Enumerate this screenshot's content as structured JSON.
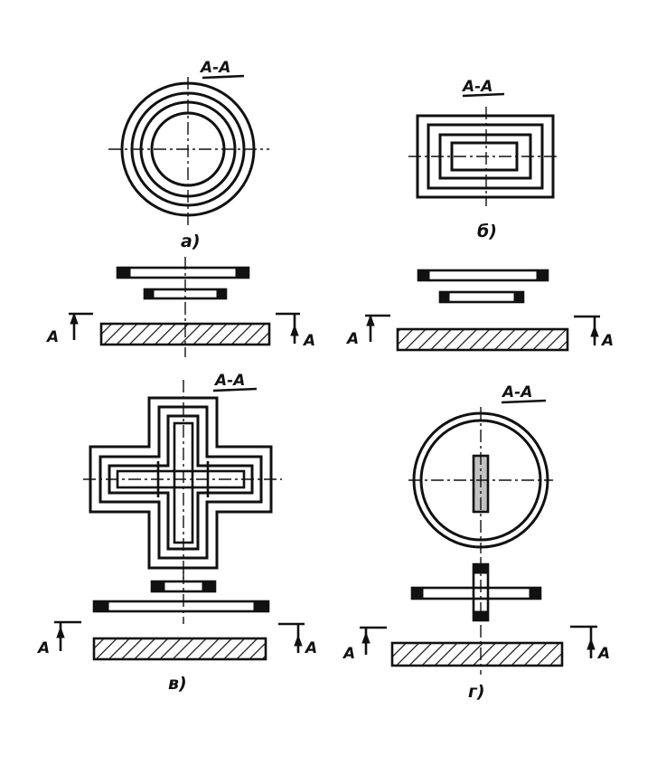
{
  "figures": {
    "a": {
      "section_label": "A-A",
      "caption": "a)"
    },
    "b": {
      "section_label": "A-A",
      "caption": "б)"
    },
    "v": {
      "section_label": "A-A",
      "caption": "в)"
    },
    "g": {
      "section_label": "A-A",
      "caption": "г)"
    }
  },
  "cut_marker": "A"
}
